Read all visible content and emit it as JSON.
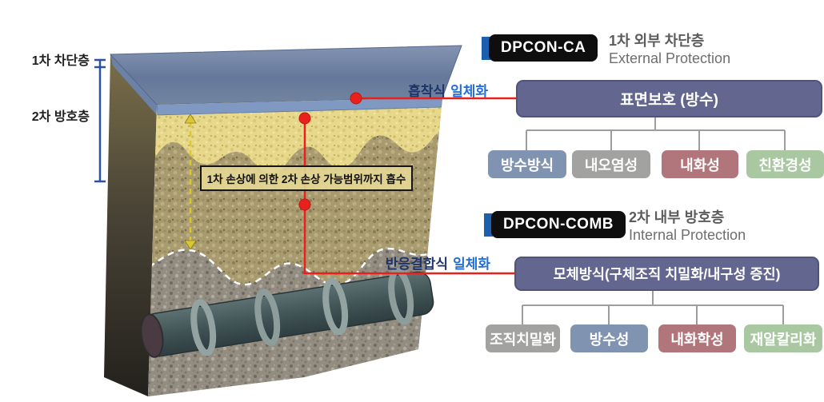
{
  "illustration": {
    "layer_bracket_labels": [
      "1차 차단층",
      "2차 방호층"
    ],
    "callout_text": "1차 손상에 의한 2차 손상 가능범위까지 흡수",
    "adhesion_label": {
      "method": "흡착식",
      "word": "일체화"
    },
    "reaction_label": {
      "method": "반응결합식",
      "word": "일체화"
    }
  },
  "panel": {
    "sections": [
      {
        "badge": "DPCON-CA",
        "title_ko": "1차 외부 차단층",
        "title_en": "External Protection",
        "main_box": "표면보호 (방수)",
        "features": [
          {
            "label": "방수방식"
          },
          {
            "label": "내오염성"
          },
          {
            "label": "내화성"
          },
          {
            "label": "친환경성"
          }
        ]
      },
      {
        "badge": "DPCON-COMB",
        "title_ko": "2차 내부 방호층",
        "title_en": "Internal Protection",
        "main_box": "모체방식(구체조직 치밀화/내구성 증진)",
        "features": [
          {
            "label": "조직치밀화"
          },
          {
            "label": "방수성"
          },
          {
            "label": "내화학성"
          },
          {
            "label": "재알칼리화"
          }
        ]
      }
    ]
  },
  "colors": {
    "badge_accent_blue": "#1c5fae",
    "badge_black": "#0e0e0e",
    "main_box_purple": "#63678f",
    "feature_blue": "#8093b1",
    "feature_gray": "#a2a2a0",
    "feature_red": "#b1767c",
    "feature_green": "#a9c8a2",
    "red_line": "#e8211d",
    "bracket_blue": "#2d52a0",
    "label_navy": "#1f3568",
    "label_bright_blue": "#2470d6"
  }
}
